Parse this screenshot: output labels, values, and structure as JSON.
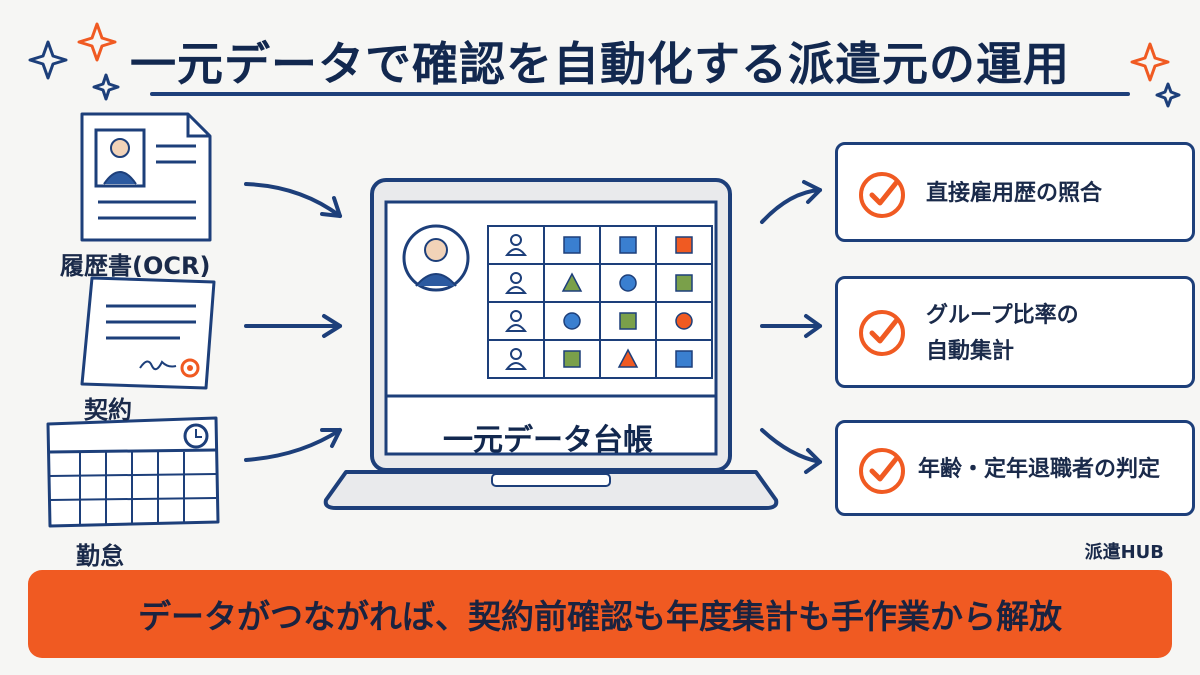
{
  "title": "一元データで確認を自動化する派遣元の運用",
  "sources": [
    {
      "label": "履歴書(OCR)",
      "icon": "resume-icon"
    },
    {
      "label": "契約",
      "icon": "contract-icon"
    },
    {
      "label": "勤怠",
      "icon": "calendar-icon"
    }
  ],
  "center": {
    "label": "一元データ台帳"
  },
  "outputs": [
    {
      "label": "直接雇用歴の照合"
    },
    {
      "label_line1": "グループ比率の",
      "label_line2": "自動集計"
    },
    {
      "label": "年齢・定年退職者の判定"
    }
  ],
  "brand": "派遣HUB",
  "banner": "データがつながれば、契約前確認も年度集計も手作業から解放",
  "colors": {
    "navy": "#1d3f7a",
    "orange": "#f05a22",
    "blue": "#3a7fd0",
    "green": "#7aa04a",
    "bg": "#f6f6f4"
  },
  "grid": {
    "rows": [
      [
        "person",
        "square-blue",
        "square-blue",
        "square-orange"
      ],
      [
        "person",
        "triangle-green",
        "circle-blue",
        "square-green"
      ],
      [
        "person",
        "circle-blue",
        "square-green",
        "circle-orange"
      ],
      [
        "person",
        "square-green",
        "triangle-orange",
        "square-blue"
      ]
    ]
  }
}
